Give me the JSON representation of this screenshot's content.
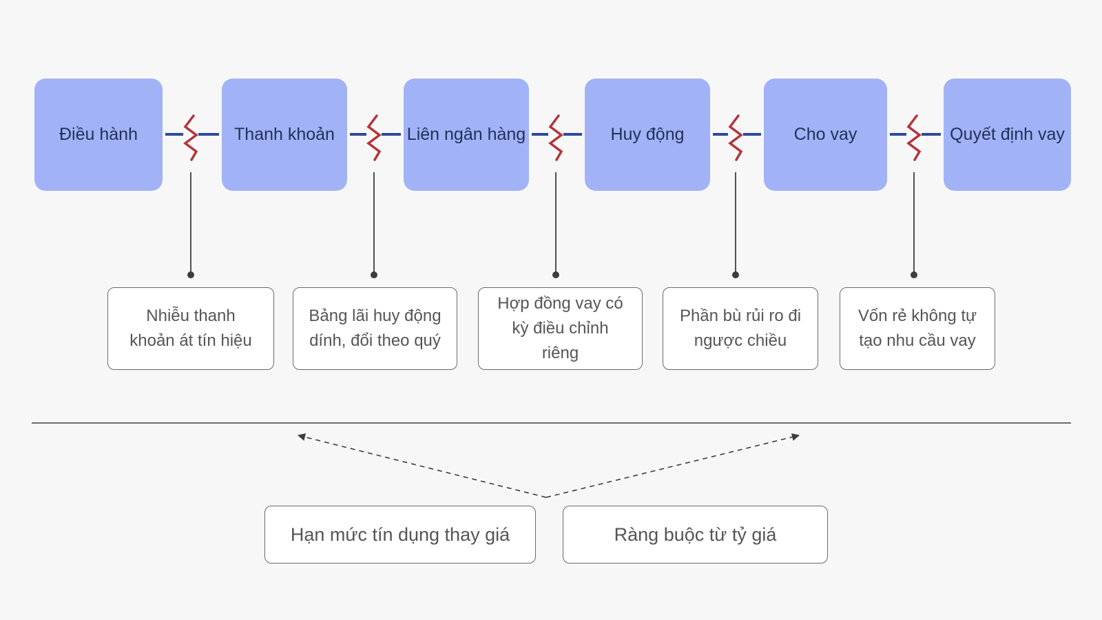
{
  "stages": [
    {
      "label": "Điều hành"
    },
    {
      "label": "Thanh khoản"
    },
    {
      "label": "Liên ngân hàng"
    },
    {
      "label": "Huy động"
    },
    {
      "label": "Cho vay"
    },
    {
      "label": "Quyết định vay"
    }
  ],
  "breaks": [
    {
      "note": "Nhiễu thanh khoản át tín hiệu"
    },
    {
      "note": "Bảng lãi huy động dính, đổi theo quý"
    },
    {
      "note": "Hợp đồng vay có kỳ điều chỉnh riêng"
    },
    {
      "note": "Phần bù rủi ro đi ngược chiều"
    },
    {
      "note": "Vốn rẻ không tự tạo nhu cầu vay"
    }
  ],
  "constraints": [
    {
      "label": "Hạn mức tín dụng thay giá"
    },
    {
      "label": "Ràng buộc từ tỷ giá"
    }
  ],
  "colors": {
    "stage_fill": "#a1b3f6",
    "connector": "#2f4a9a",
    "break_zigzag": "#b3343a",
    "stage_text": "#23305a"
  }
}
